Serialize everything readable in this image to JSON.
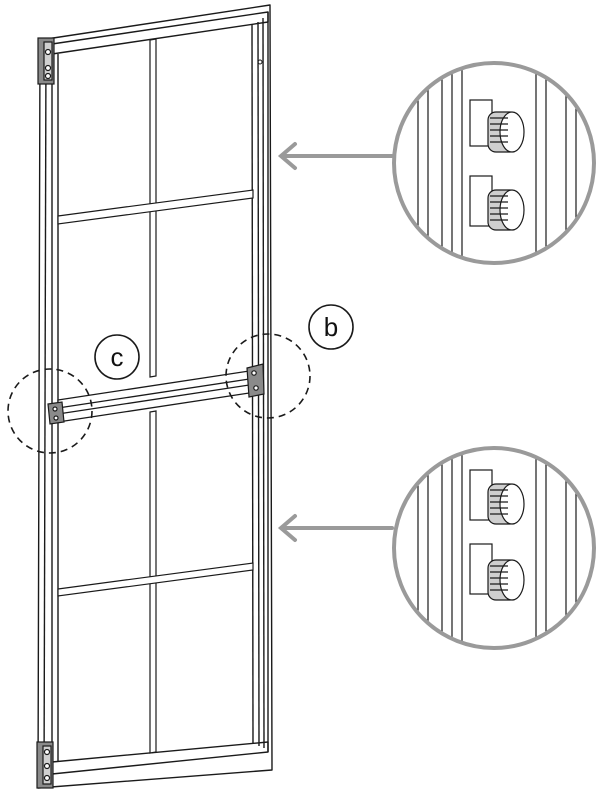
{
  "callouts": [
    {
      "label": "b"
    },
    {
      "label": "c"
    }
  ],
  "colors": {
    "line": "#1a1a1a",
    "frame_fill": "#ffffff",
    "glass": "#ffffff",
    "arrow": "#9a9a9a",
    "zoom_ring": "#9a9a9a",
    "thread": "#cfcfcf",
    "hardware": "#8a8a8a"
  },
  "icons": [
    "door-frame-drawing",
    "hinge-hardware",
    "threaded-stud-detail",
    "zoom-arrow",
    "dashed-callout-circle"
  ]
}
